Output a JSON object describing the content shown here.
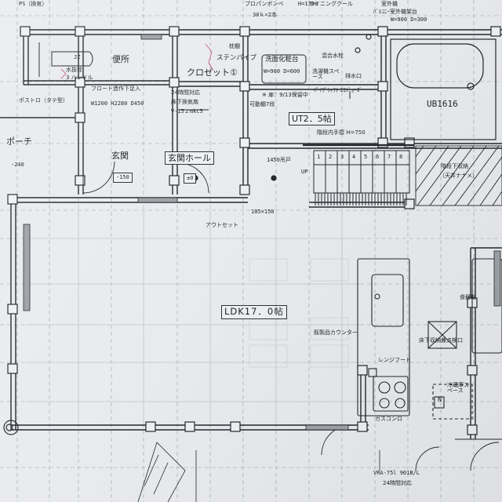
{
  "rooms": {
    "toilet": "便所",
    "closet": "クロゼット①",
    "washroom": "洗面化粧台",
    "unit_bath": "UB1616",
    "ut_area": "UT2．5帖",
    "porch": "ポーチ",
    "entrance": "玄関",
    "entrance_hall": "玄関ホール",
    "ldk": "LDK17．0帖",
    "cupboard": "食器棚"
  },
  "notes": {
    "propane": "プロパンボンベ",
    "propane_qty": "30ｋ×2本",
    "height_1300": "H=1300",
    "lining": "ライニングクール",
    "washer_top": "室外機",
    "rooftop": "ﾊﾞﾙｺﾆｰ室外機架台",
    "w900_d300": "W=900 D=300",
    "ps": "PS（換気）",
    "jz": "JZ",
    "water_faucet": "水抜栓",
    "handle": "3 ハンドル",
    "pipe": "ステンパイプ",
    "shelf": "枕棚",
    "washbasin_size": "W=900  D=600",
    "faucet": "混合水栓",
    "laundry_space": "洗濯機スペース",
    "drain": "排水口",
    "pipeshaft": "ﾊﾟｲﾌﾟｼｬﾌﾄ ｴｺｼﾞｮｰｽﾞ",
    "post": "ポストロ（タテ型）",
    "foot_storage": "フロート造作下足入",
    "foot_storage_size": "W1200  H2280  D450",
    "vent_24h": "24時間対応",
    "vent_underfloor": "床下換気扇",
    "vent_model": "V-15ｚmkc5",
    "door_note": "※ 扉：9/13保留中",
    "moving_shelf": "可動棚7段",
    "stair_handrail": "階段内手摺 H=750",
    "stair_nums": [
      "1",
      "2",
      "3",
      "4",
      "5",
      "6",
      "7",
      "8"
    ],
    "up": "UP",
    "hanging_door": "1450吊戸",
    "under_stair": "階段下収納",
    "ceiling_net": "（天井ナナメ）",
    "outlet": "アウトセット",
    "size_105": "105×150",
    "level_240": "-240",
    "level_150": "-150",
    "level_0": "±0",
    "counter": "既製品カウンター",
    "range_hood": "レンジフード",
    "underfloor_storage": "床下収納兼点検口",
    "fridge_space": "冷蔵庫スペース",
    "gas_stove": "ガスコンロ",
    "vent_bottom": "VRA-75l 901B/L",
    "vent_bottom_24": "24時間対応",
    "north": "N"
  },
  "colors": {
    "paper": "#e9ebee",
    "line": "#25282d",
    "grid": "#8e949c",
    "pink_mark": "#c86a8a"
  }
}
